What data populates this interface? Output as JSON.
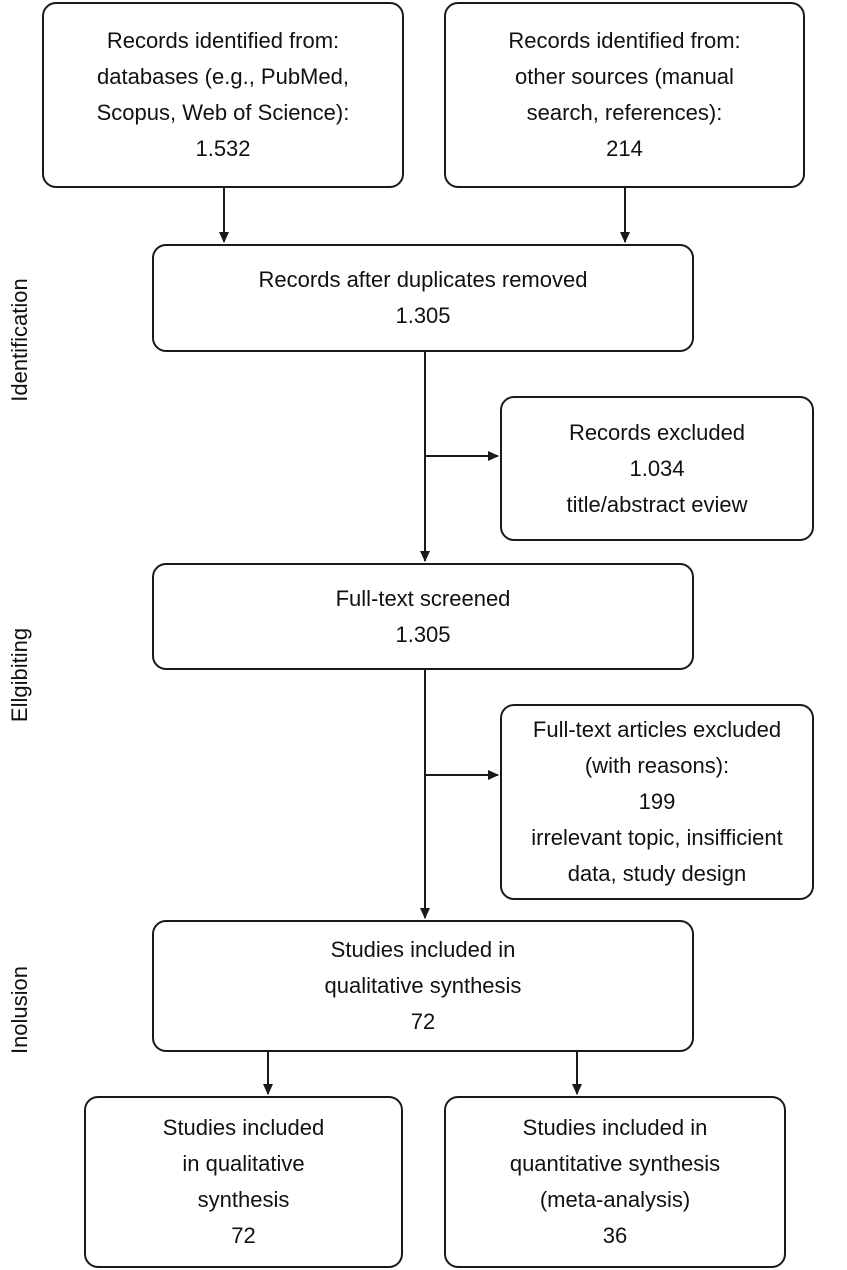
{
  "phases": {
    "identification": "Identification",
    "eligibility": "Ellgibiting",
    "inclusion": "Inolusion"
  },
  "boxes": {
    "db_records": {
      "lines": [
        "Records identified from:",
        "databases (e.g., PubMed,",
        "Scopus, Web of Science):",
        "1.532"
      ]
    },
    "other_records": {
      "lines": [
        "Records identified from:",
        "other sources (manual",
        "search, references):",
        "214"
      ]
    },
    "after_duplicates": {
      "lines": [
        "Records after duplicates removed",
        "1.305"
      ]
    },
    "records_excluded": {
      "lines": [
        "Records excluded",
        "1.034",
        "title/abstract eview"
      ]
    },
    "fulltext_screened": {
      "lines": [
        "Full-text screened",
        "1.305"
      ]
    },
    "fulltext_excluded": {
      "lines": [
        "Full-text articles excluded",
        "(with reasons):",
        "199",
        "irrelevant topic, insifficient",
        "data, study design"
      ]
    },
    "qualitative_synthesis": {
      "lines": [
        "Studies included in",
        "qualitative synthesis",
        "72"
      ]
    },
    "qualitative_bottom": {
      "lines": [
        "Studies included",
        "in qualitative",
        "synthesis",
        "72"
      ]
    },
    "quantitative_synthesis": {
      "lines": [
        "Studies included in",
        "quantitative synthesis",
        "(meta-analysis)",
        "36"
      ]
    }
  },
  "colors": {
    "line": "#1a1a1a",
    "background": "#ffffff",
    "text": "#111111"
  }
}
